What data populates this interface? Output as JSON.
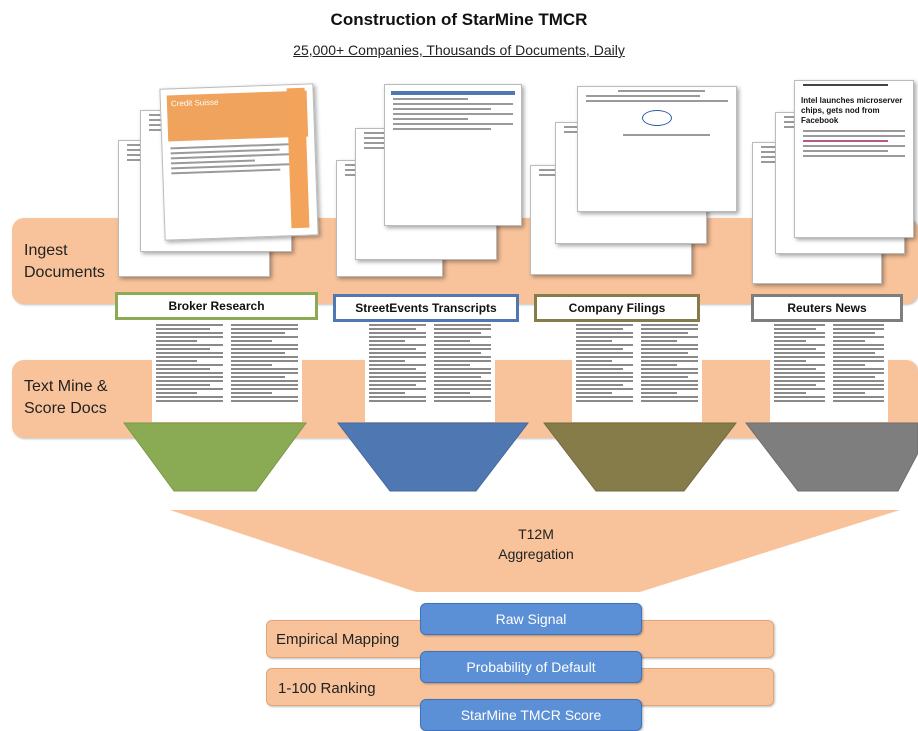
{
  "title": "Construction of StarMine TMCR",
  "subtitle": "25,000+ Companies, Thousands of Documents, Daily",
  "stages": {
    "ingest": "Ingest\nDocuments",
    "textmine": "Text Mine &\nScore Docs"
  },
  "sources": [
    {
      "label": "Broker Research",
      "color": "#8aab54"
    },
    {
      "label": "StreetEvents Transcripts",
      "color": "#4f78b3"
    },
    {
      "label": "Company Filings",
      "color": "#857c4a"
    },
    {
      "label": "Reuters News",
      "color": "#7e7e7e"
    }
  ],
  "aggregation": {
    "line1": "T12M",
    "line2": "Aggregation",
    "color": "#f8c39b"
  },
  "lower": {
    "empirical_mapping": "Empirical Mapping",
    "ranking": "1-100 Ranking",
    "raw_signal": "Raw Signal",
    "probability_of_default": "Probability of Default",
    "score": "StarMine TMCR Score"
  },
  "doc_snippets": {
    "broker_header": "Credit Suisse",
    "news_headline": "Intel launches microserver chips, gets nod from Facebook"
  }
}
